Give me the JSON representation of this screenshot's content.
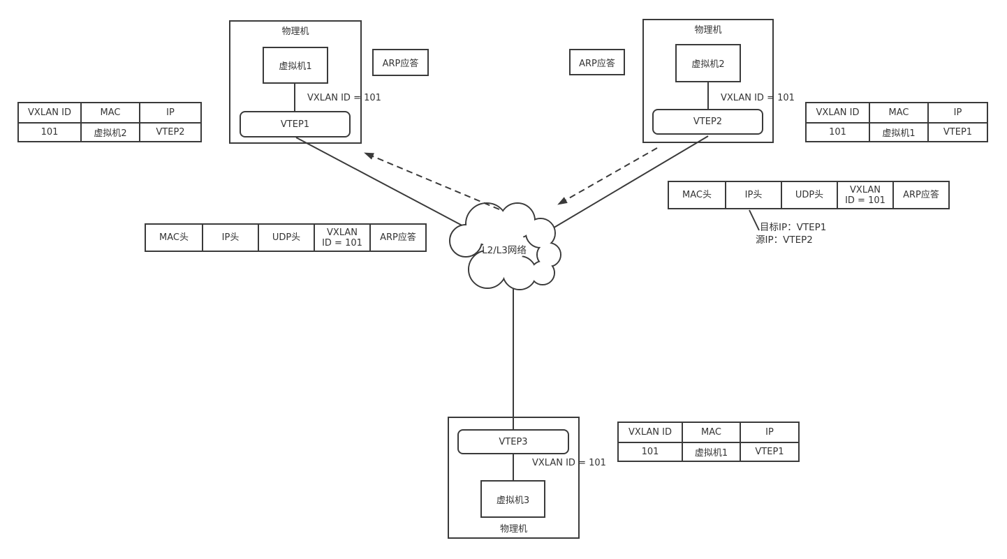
{
  "colors": {
    "stroke": "#3a3a3a",
    "text": "#333333",
    "background": "#ffffff"
  },
  "hosts": {
    "host1": {
      "label": "物理机",
      "vm_label": "虚拟机1",
      "vtep_label": "VTEP1",
      "vxlan_label": "VXLAN ID = 101"
    },
    "host2": {
      "label": "物理机",
      "vm_label": "虚拟机2",
      "vtep_label": "VTEP2",
      "vxlan_label": "VXLAN ID = 101"
    },
    "host3": {
      "label": "物理机",
      "vm_label": "虚拟机3",
      "vtep_label": "VTEP3",
      "vxlan_label": "VXLAN ID = 101"
    }
  },
  "cloud": {
    "label": "L2/L3网络"
  },
  "arp_boxes": {
    "left": "ARP应答",
    "right": "ARP应答"
  },
  "mapping_tables": {
    "left": {
      "headers": [
        "VXLAN ID",
        "MAC",
        "IP"
      ],
      "row": [
        "101",
        "虚拟机2",
        "VTEP2"
      ]
    },
    "right": {
      "headers": [
        "VXLAN ID",
        "MAC",
        "IP"
      ],
      "row": [
        "101",
        "虚拟机1",
        "VTEP1"
      ]
    },
    "bottom": {
      "headers": [
        "VXLAN ID",
        "MAC",
        "IP"
      ],
      "row": [
        "101",
        "虚拟机1",
        "VTEP1"
      ]
    }
  },
  "packet_tables": {
    "left": {
      "mac": "MAC头",
      "ip": "IP头",
      "udp": "UDP头",
      "vxlan_line1": "VXLAN",
      "vxlan_line2": "ID = 101",
      "payload": "ARP应答"
    },
    "right": {
      "mac": "MAC头",
      "ip": "IP头",
      "udp": "UDP头",
      "vxlan_line1": "VXLAN",
      "vxlan_line2": "ID = 101",
      "payload": "ARP应答"
    }
  },
  "annotation": {
    "line1": "目标IP：VTEP1",
    "line2": "源IP：VTEP2"
  }
}
